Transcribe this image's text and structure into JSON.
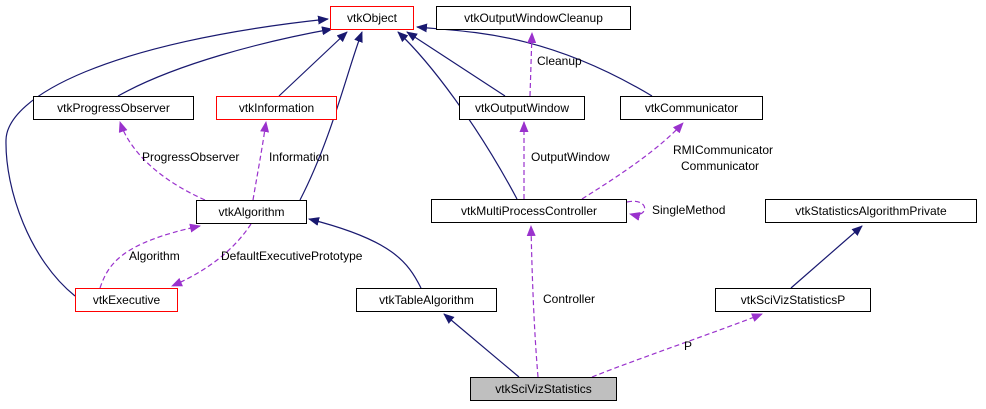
{
  "diagram": {
    "type": "class-collaboration-graph",
    "colors": {
      "inheritance_edge": "#191970",
      "usage_edge": "#9a32cd",
      "node_border": "#000000",
      "special_node_border": "#ff0000",
      "highlight_fill": "#bfbfbf",
      "background": "#ffffff"
    },
    "nodes": [
      {
        "id": "vtkObject",
        "label": "vtkObject",
        "style": "red-border"
      },
      {
        "id": "vtkOutputWindowCleanup",
        "label": "vtkOutputWindowCleanup",
        "style": "default"
      },
      {
        "id": "vtkProgressObserver",
        "label": "vtkProgressObserver",
        "style": "default"
      },
      {
        "id": "vtkInformation",
        "label": "vtkInformation",
        "style": "red-border"
      },
      {
        "id": "vtkOutputWindow",
        "label": "vtkOutputWindow",
        "style": "default"
      },
      {
        "id": "vtkCommunicator",
        "label": "vtkCommunicator",
        "style": "default"
      },
      {
        "id": "vtkAlgorithm",
        "label": "vtkAlgorithm",
        "style": "default"
      },
      {
        "id": "vtkMultiProcessController",
        "label": "vtkMultiProcessController",
        "style": "default"
      },
      {
        "id": "vtkStatisticsAlgorithmPrivate",
        "label": "vtkStatisticsAlgorithmPrivate",
        "style": "default"
      },
      {
        "id": "vtkExecutive",
        "label": "vtkExecutive",
        "style": "red-border"
      },
      {
        "id": "vtkTableAlgorithm",
        "label": "vtkTableAlgorithm",
        "style": "default"
      },
      {
        "id": "vtkSciVizStatisticsP",
        "label": "vtkSciVizStatisticsP",
        "style": "default"
      },
      {
        "id": "vtkSciVizStatistics",
        "label": "vtkSciVizStatistics",
        "style": "highlighted"
      }
    ],
    "edges": [
      {
        "from": "vtkOutputWindow",
        "to": "vtkOutputWindowCleanup",
        "type": "usage",
        "label": "Cleanup"
      },
      {
        "from": "vtkAlgorithm",
        "to": "vtkProgressObserver",
        "type": "usage",
        "label": "ProgressObserver"
      },
      {
        "from": "vtkAlgorithm",
        "to": "vtkInformation",
        "type": "usage",
        "label": "Information"
      },
      {
        "from": "vtkMultiProcessController",
        "to": "vtkOutputWindow",
        "type": "usage",
        "label": "OutputWindow"
      },
      {
        "from": "vtkMultiProcessController",
        "to": "vtkCommunicator",
        "type": "usage",
        "label": "RMICommunicator"
      },
      {
        "from": "vtkMultiProcessController",
        "to": "vtkCommunicator",
        "type": "usage",
        "label": "Communicator"
      },
      {
        "from": "vtkMultiProcessController",
        "to": "vtkMultiProcessController",
        "type": "usage",
        "label": "SingleMethod"
      },
      {
        "from": "vtkExecutive",
        "to": "vtkAlgorithm",
        "type": "usage",
        "label": "Algorithm"
      },
      {
        "from": "vtkAlgorithm",
        "to": "vtkExecutive",
        "type": "usage",
        "label": "DefaultExecutivePrototype"
      },
      {
        "from": "vtkSciVizStatistics",
        "to": "vtkMultiProcessController",
        "type": "usage",
        "label": "Controller"
      },
      {
        "from": "vtkSciVizStatistics",
        "to": "vtkSciVizStatisticsP",
        "type": "usage",
        "label": "P"
      },
      {
        "from": "vtkProgressObserver",
        "to": "vtkObject",
        "type": "inheritance"
      },
      {
        "from": "vtkInformation",
        "to": "vtkObject",
        "type": "inheritance"
      },
      {
        "from": "vtkOutputWindow",
        "to": "vtkObject",
        "type": "inheritance"
      },
      {
        "from": "vtkCommunicator",
        "to": "vtkObject",
        "type": "inheritance"
      },
      {
        "from": "vtkAlgorithm",
        "to": "vtkObject",
        "type": "inheritance"
      },
      {
        "from": "vtkMultiProcessController",
        "to": "vtkObject",
        "type": "inheritance"
      },
      {
        "from": "vtkExecutive",
        "to": "vtkObject",
        "type": "inheritance"
      },
      {
        "from": "vtkTableAlgorithm",
        "to": "vtkAlgorithm",
        "type": "inheritance"
      },
      {
        "from": "vtkSciVizStatistics",
        "to": "vtkTableAlgorithm",
        "type": "inheritance"
      },
      {
        "from": "vtkSciVizStatisticsP",
        "to": "vtkStatisticsAlgorithmPrivate",
        "type": "inheritance"
      }
    ]
  }
}
